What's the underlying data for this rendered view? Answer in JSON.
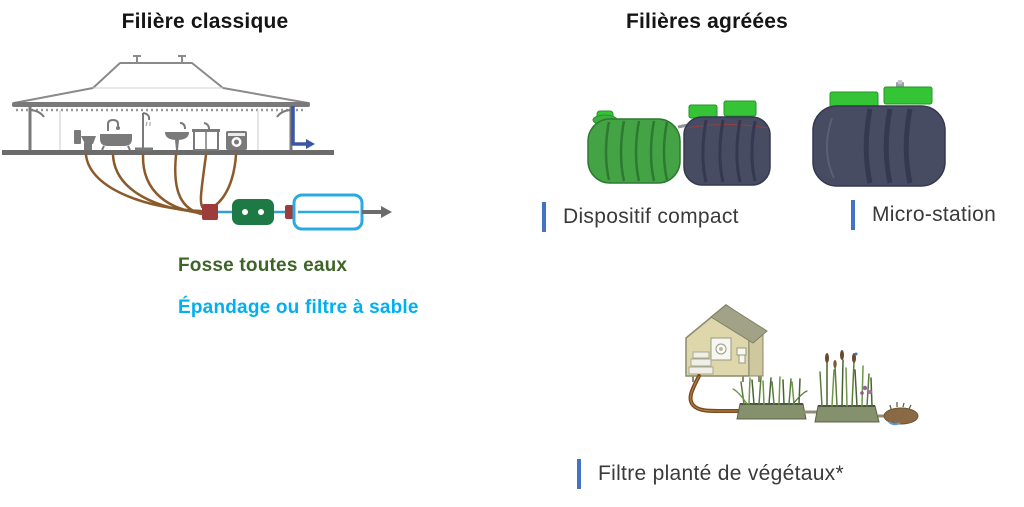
{
  "header": {
    "left_title": "Filière classique",
    "right_title": "Filières agréées"
  },
  "classic": {
    "fosse_label": "Fosse toutes eaux",
    "epandage_label": "Épandage ou filtre à sable"
  },
  "approved": {
    "compact_label": "Dispositif compact",
    "micro_label": "Micro-station",
    "filtre_label": "Filtre planté de végétaux*"
  },
  "colors": {
    "accent_bar_blue": "#4472c4",
    "epandage_text_cyan": "#00b0f0",
    "fosse_text_green": "#3f6428",
    "diagram_tank_green": "#1d7a45",
    "diagram_junction_red": "#9e3c3c",
    "diagram_pipe_brown": "#8a5a2b",
    "diagram_filter_cyan": "#29abe2",
    "rain_pipe_blue": "#3a57a7",
    "device_body_green": "#44a344",
    "device_body_gray": "#484c62",
    "device_lid_green": "#35c435"
  }
}
